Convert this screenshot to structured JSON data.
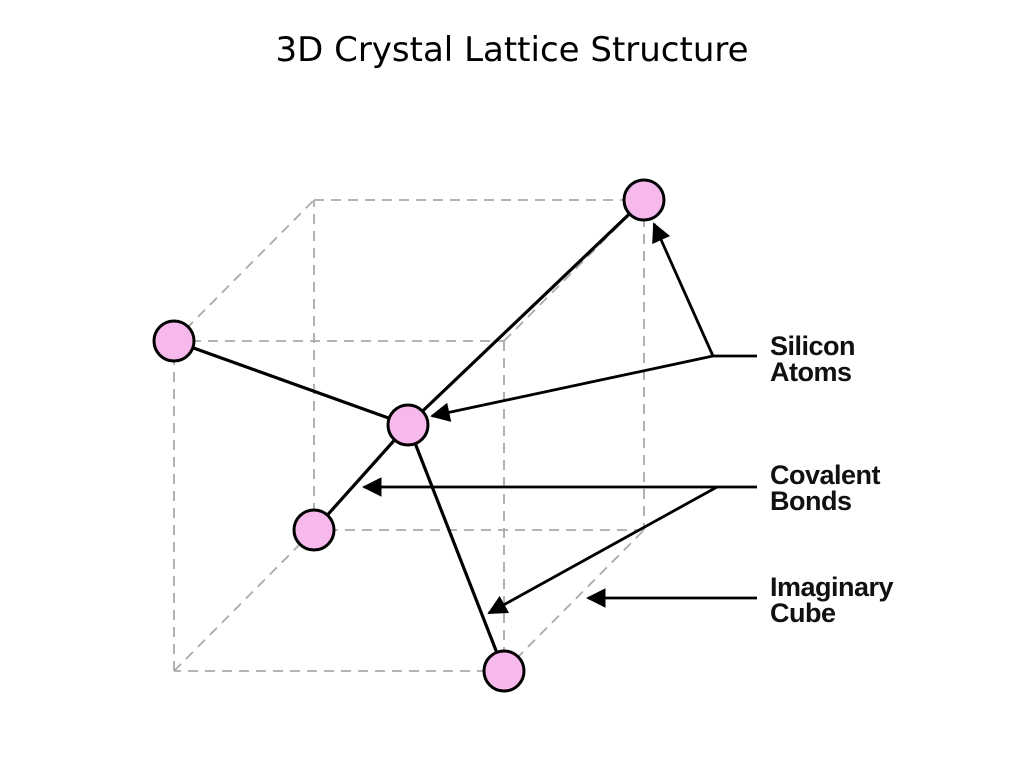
{
  "slide": {
    "title": "3D Crystal Lattice Structure"
  },
  "labels": {
    "silicon_atoms": [
      "Silicon",
      "Atoms"
    ],
    "covalent_bonds": [
      "Covalent",
      "Bonds"
    ],
    "imaginary_cube": [
      "Imaginary",
      "Cube"
    ]
  },
  "colors": {
    "atom_fill": "#f7b8ec",
    "atom_stroke": "#000000",
    "bond": "#000000",
    "cube_edge": "#aaaaaa"
  }
}
